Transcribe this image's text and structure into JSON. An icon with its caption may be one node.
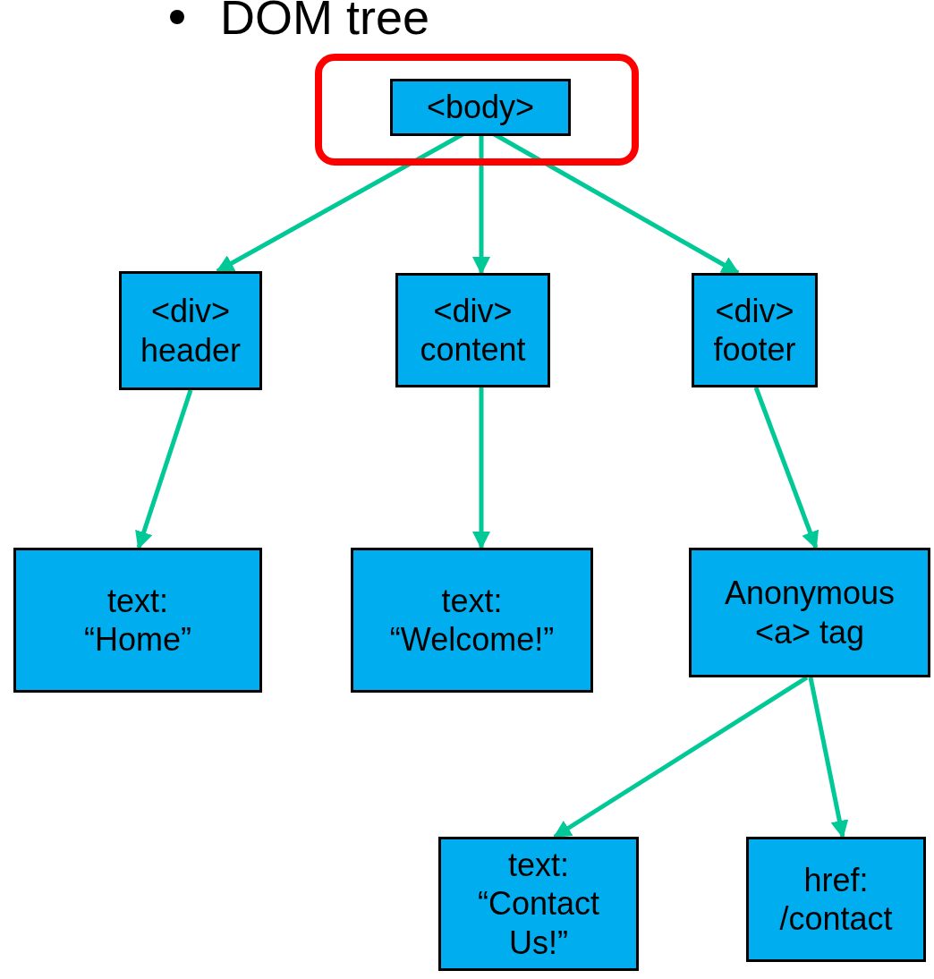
{
  "diagram": {
    "title": "DOM tree",
    "nodes": [
      {
        "text": [],
        "shape": "box"
      },
      {
        "text": [
          "<body>"
        ],
        "in": 0
      },
      {
        "text": [
          "<div> header"
        ]
      },
      {
        "text": [
          "<div> content"
        ]
      },
      {
        "text": [
          "<div> footer"
        ]
      },
      {
        "text": [
          "text:",
          "“Home”"
        ]
      },
      {
        "text": [
          "text:",
          "“Welcome!”"
        ]
      },
      {
        "text": [
          "Anonymous <a> tag"
        ]
      },
      {
        "text": [
          "text:",
          "“Contact Us!”"
        ]
      },
      {
        "text": [
          "href:",
          "/contact"
        ]
      }
    ],
    "edges": [
      {
        "from": 1,
        "to": 2,
        "arrow": "to"
      },
      {
        "from": 1,
        "to": 3,
        "arrow": "to"
      },
      {
        "from": 1,
        "to": 4,
        "arrow": "to"
      },
      {
        "from": 2,
        "to": 5,
        "arrow": "to"
      },
      {
        "from": 3,
        "to": 6,
        "arrow": "to"
      },
      {
        "from": 4,
        "to": 7,
        "arrow": "to"
      },
      {
        "from": 7,
        "to": 8,
        "arrow": "to"
      },
      {
        "from": 7,
        "to": 9,
        "arrow": "to"
      }
    ]
  }
}
